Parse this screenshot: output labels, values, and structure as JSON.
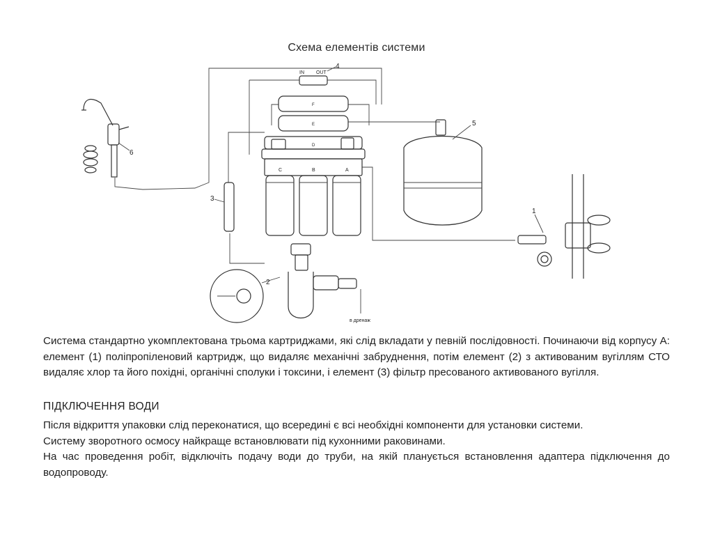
{
  "diagram": {
    "title": "Схема елементів системи",
    "port_in": "IN",
    "port_out": "OUT",
    "callouts": [
      "1",
      "2",
      "3",
      "4",
      "5",
      "6"
    ],
    "housing_labels": [
      "C",
      "B",
      "A"
    ],
    "membrane_labels": [
      "F",
      "E",
      "D"
    ],
    "drain_label": "в дренаж"
  },
  "intro": {
    "line1": "Система стандартно укомплектована трьома картриджами, які слід вкладати у певній послідовності. Починаючи від корпусу А:",
    "line2": "елемент (1) поліпропіленовий картридж, що видаляє механічні забруднення, потім елемент (2)  з активованим вугіллям СТО",
    "line3": "видаляє хлор та його похідні, органічні сполуки і токсини, і елемент (3) фільтр пресованого активованого вугілля."
  },
  "section": {
    "heading": "ПІДКЛЮЧЕННЯ ВОДИ",
    "line1": "Після відкриття упаковки слід переконатися, що всередині є всі необхідні компоненти для установки системи.",
    "line2": "Систему зворотного осмосу найкраще встановлювати під кухонними раковинами.",
    "line3": "На час проведення робіт, відключіть подачу води до труби, на якій планується встановлення адаптера підключення до",
    "line4": "водопроводу."
  }
}
